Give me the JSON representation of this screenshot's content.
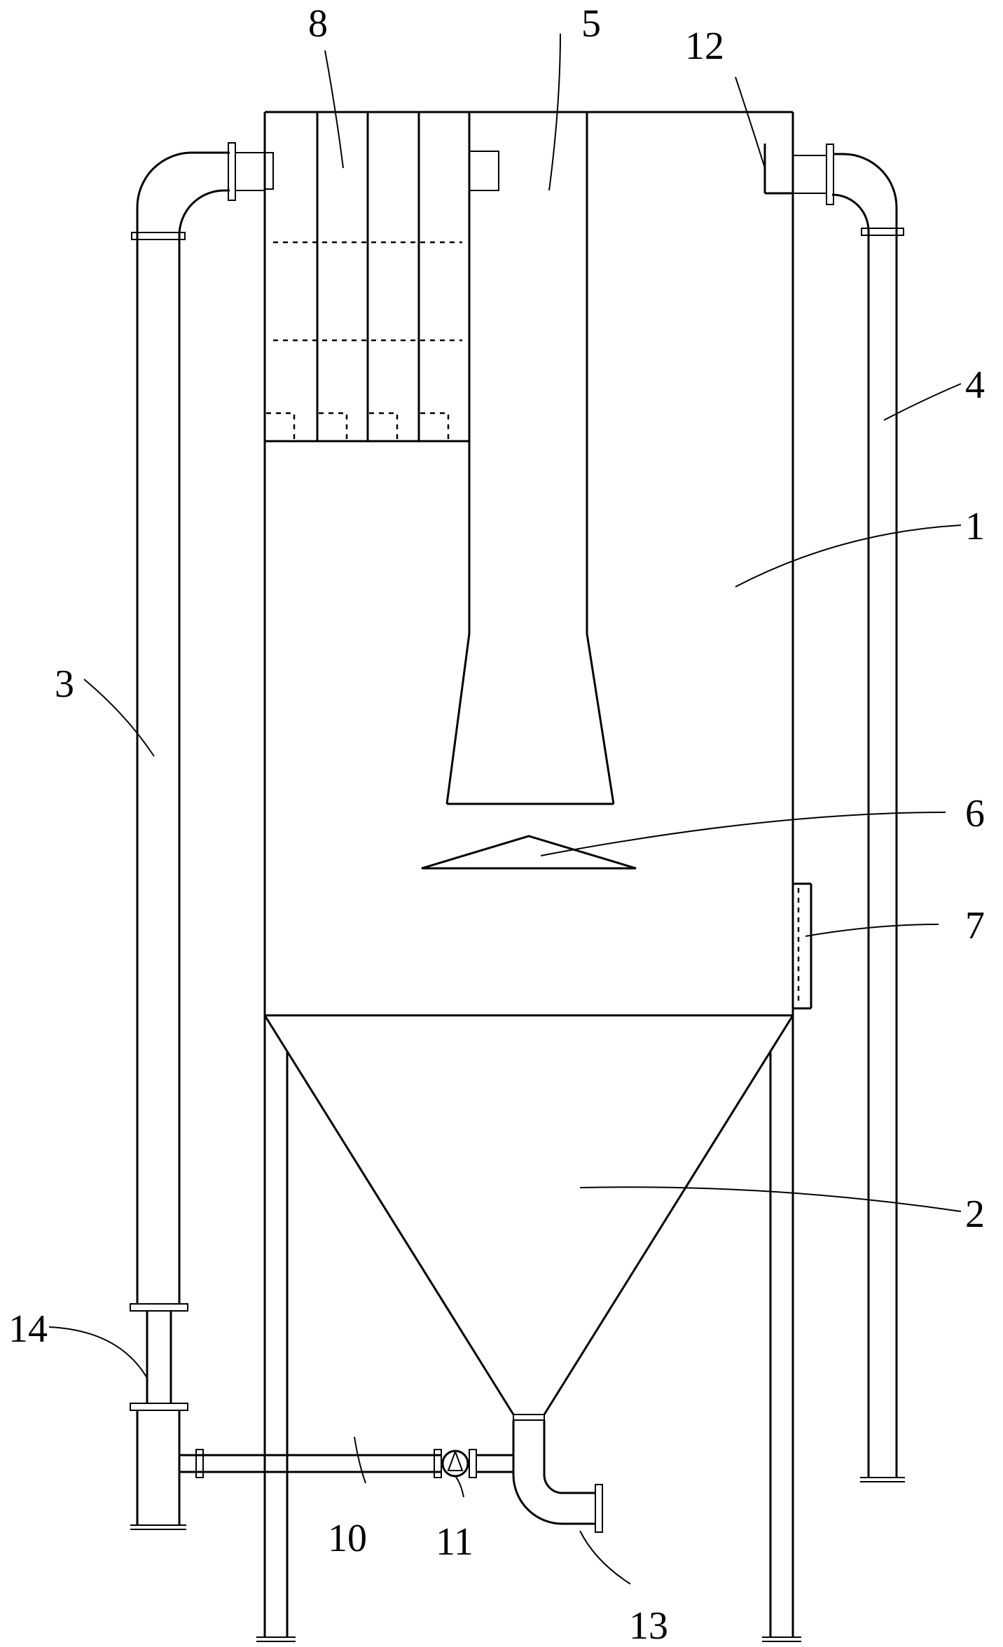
{
  "labels": {
    "l1": "1",
    "l2": "2",
    "l3": "3",
    "l4": "4",
    "l5": "5",
    "l6": "6",
    "l7": "7",
    "l8": "8",
    "l10": "10",
    "l11": "11",
    "l12": "12",
    "l13": "13",
    "l14": "14"
  }
}
